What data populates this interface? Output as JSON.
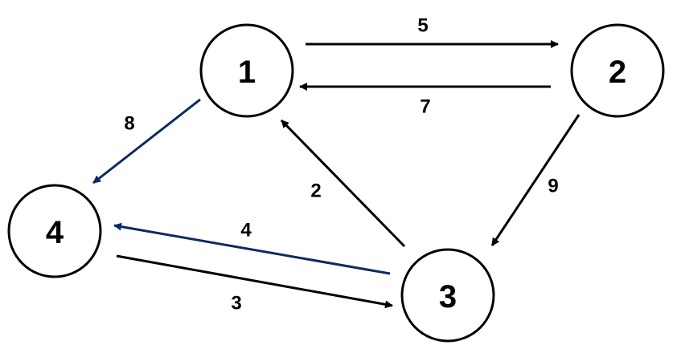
{
  "colors": {
    "default_edge": "#000000",
    "highlight_edge": "#0d2a62"
  },
  "nodes": [
    {
      "id": "1",
      "label": "1"
    },
    {
      "id": "2",
      "label": "2"
    },
    {
      "id": "3",
      "label": "3"
    },
    {
      "id": "4",
      "label": "4"
    }
  ],
  "edges": [
    {
      "from": "1",
      "to": "2",
      "weight": "5",
      "highlight": false
    },
    {
      "from": "2",
      "to": "1",
      "weight": "7",
      "highlight": false
    },
    {
      "from": "2",
      "to": "3",
      "weight": "9",
      "highlight": false
    },
    {
      "from": "3",
      "to": "1",
      "weight": "2",
      "highlight": false
    },
    {
      "from": "1",
      "to": "4",
      "weight": "8",
      "highlight": true
    },
    {
      "from": "3",
      "to": "4",
      "weight": "4",
      "highlight": true
    },
    {
      "from": "4",
      "to": "3",
      "weight": "3",
      "highlight": false
    }
  ]
}
